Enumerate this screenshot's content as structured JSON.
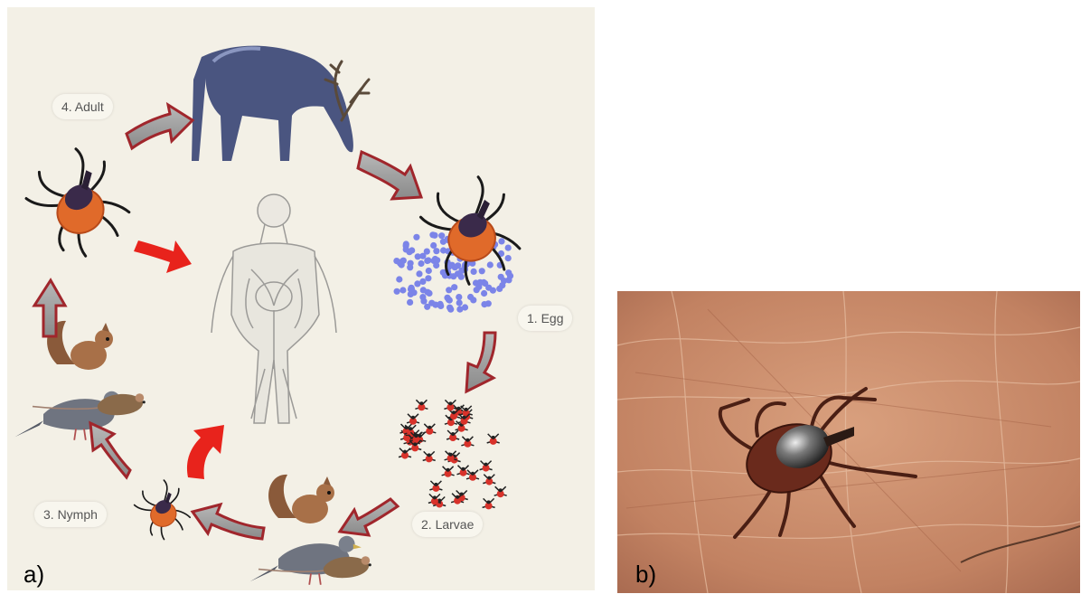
{
  "panel_a": {
    "letter": "a)",
    "stages": {
      "adult": "4. Adult",
      "egg": "1. Egg",
      "larvae": "2. Larvae",
      "nymph": "3. Nymph"
    }
  },
  "panel_b": {
    "letter": "b)"
  },
  "colors": {
    "background": "#f3f0e6",
    "arrow_gray": "#9a9a9a",
    "arrow_border": "#a0262c",
    "arrow_red": "#e8231c",
    "egg_blue": "#7b84e8",
    "tick_orange": "#e06a2a",
    "skin": "#c98a6a"
  }
}
